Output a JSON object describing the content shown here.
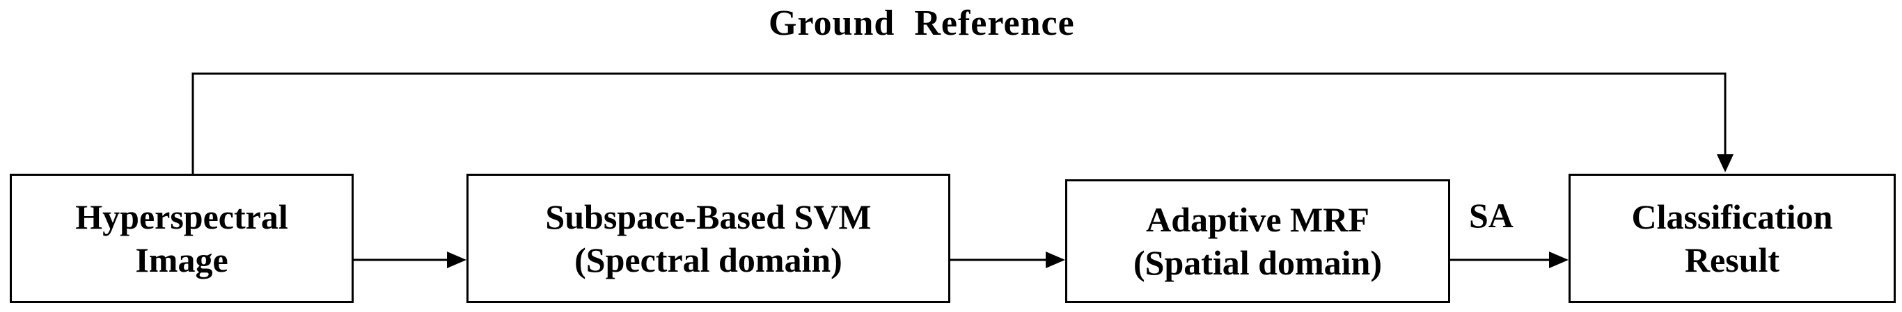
{
  "title": "Ground  Reference",
  "edge_label_sa": "SA",
  "boxes": {
    "hyperspectral": {
      "line1": "Hyperspectral",
      "line2": "Image"
    },
    "svm": {
      "line1": "Subspace-Based SVM",
      "line2": "(Spectral domain)"
    },
    "mrf": {
      "line1": "Adaptive  MRF",
      "line2": "(Spatial domain)"
    },
    "result": {
      "line1": "Classification",
      "line2": "Result"
    }
  },
  "colors": {
    "stroke": "#000000",
    "background": "#ffffff"
  }
}
